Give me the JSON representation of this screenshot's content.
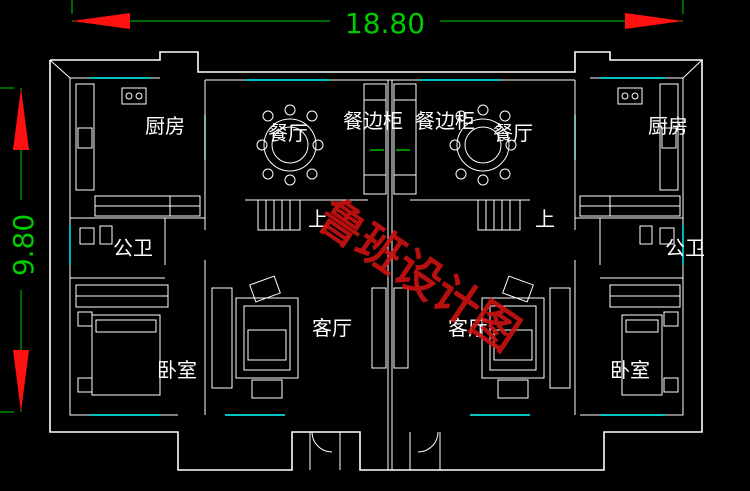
{
  "dimensions": {
    "width_label": "18.80",
    "depth_label": "9.80",
    "line_color": "#00cc00",
    "arrow_color": "#ff1111"
  },
  "rooms": {
    "kitchen": "厨房",
    "dining": "餐厅",
    "sideboard": "餐边柜",
    "up": "上",
    "wc": "公卫",
    "living": "客厅",
    "bedroom": "卧室"
  },
  "watermark": {
    "text": "鲁班设计图",
    "color": "#cc1111"
  },
  "colors": {
    "background": "#000000",
    "wall": "#ffffff",
    "window": "#00ffff",
    "door_marker": "#00cc00"
  }
}
